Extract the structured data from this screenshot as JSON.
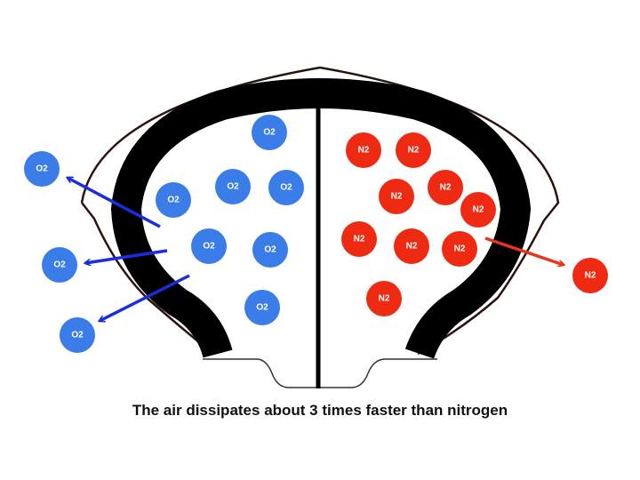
{
  "caption": "The air dissipates about 3 times faster than nitrogen",
  "colors": {
    "oxygen": "#3b7de8",
    "nitrogen": "#ee2a12",
    "oxygen_arrow": "#1a2ee0",
    "nitrogen_arrow": "#e8341c",
    "tire": "#000000"
  },
  "molecules": {
    "oxygen_label": "O2",
    "nitrogen_label": "N2",
    "oxygen_inside_count": 7,
    "oxygen_escaped_count": 3,
    "nitrogen_inside_count": 9,
    "nitrogen_escaped_count": 1
  }
}
